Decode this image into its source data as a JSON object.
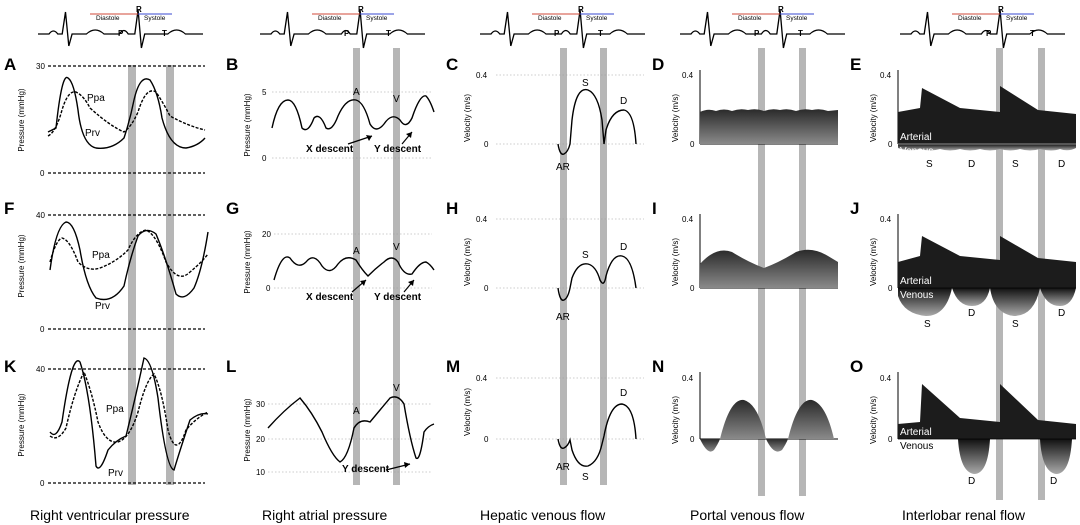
{
  "ecg": {
    "r": "R",
    "p": "P",
    "t": "T",
    "diastole": "Diastole",
    "systole": "Systole"
  },
  "columns": [
    {
      "title": "Right ventricular pressure",
      "ylabel": "Pressure (mmHg)"
    },
    {
      "title": "Right atrial pressure",
      "ylabel": "Pressure (mmHg)"
    },
    {
      "title": "Hepatic venous flow",
      "ylabel": "Velocity (m/s)"
    },
    {
      "title": "Portal venous flow",
      "ylabel": "Velocity (m/s)"
    },
    {
      "title": "Interlobar renal flow",
      "ylabel": "Velocity (m/s)"
    }
  ],
  "panels": {
    "A": {
      "letter": "A",
      "ticks": [
        "30",
        "0"
      ],
      "labels": [
        "Ppa",
        "Prv"
      ]
    },
    "B": {
      "letter": "B",
      "ticks": [
        "5",
        "0"
      ],
      "labels": [
        "A",
        "V",
        "X descent",
        "Y descent"
      ]
    },
    "C": {
      "letter": "C",
      "ticks": [
        "0.4",
        "0"
      ],
      "labels": [
        "S",
        "D",
        "AR"
      ]
    },
    "D": {
      "letter": "D",
      "ticks": [
        "0.4",
        "0"
      ]
    },
    "E": {
      "letter": "E",
      "ticks": [
        "0.4",
        "0"
      ],
      "labels": [
        "Arterial",
        "Venous",
        "S",
        "D",
        "S",
        "D"
      ]
    },
    "F": {
      "letter": "F",
      "ticks": [
        "40",
        "0"
      ],
      "labels": [
        "Ppa",
        "Prv"
      ]
    },
    "G": {
      "letter": "G",
      "ticks": [
        "20",
        "0"
      ],
      "labels": [
        "A",
        "V",
        "X descent",
        "Y descent"
      ]
    },
    "H": {
      "letter": "H",
      "ticks": [
        "0.4",
        "0"
      ],
      "labels": [
        "S",
        "D",
        "AR"
      ]
    },
    "I": {
      "letter": "I",
      "ticks": [
        "0.4",
        "0"
      ]
    },
    "J": {
      "letter": "J",
      "ticks": [
        "0.4",
        "0"
      ],
      "labels": [
        "Arterial",
        "Venous",
        "S",
        "D",
        "S",
        "D"
      ]
    },
    "K": {
      "letter": "K",
      "ticks": [
        "40",
        "0"
      ],
      "labels": [
        "Ppa",
        "Prv"
      ]
    },
    "L": {
      "letter": "L",
      "ticks": [
        "30",
        "20",
        "10"
      ],
      "labels": [
        "A",
        "V",
        "Y descent"
      ]
    },
    "M": {
      "letter": "M",
      "ticks": [
        "0.4",
        "0"
      ],
      "labels": [
        "D",
        "AR",
        "S"
      ]
    },
    "N": {
      "letter": "N",
      "ticks": [
        "0.4",
        "0"
      ]
    },
    "O": {
      "letter": "O",
      "ticks": [
        "0.4",
        "0"
      ],
      "labels": [
        "Arterial",
        "Venous",
        "D",
        "D"
      ]
    }
  }
}
